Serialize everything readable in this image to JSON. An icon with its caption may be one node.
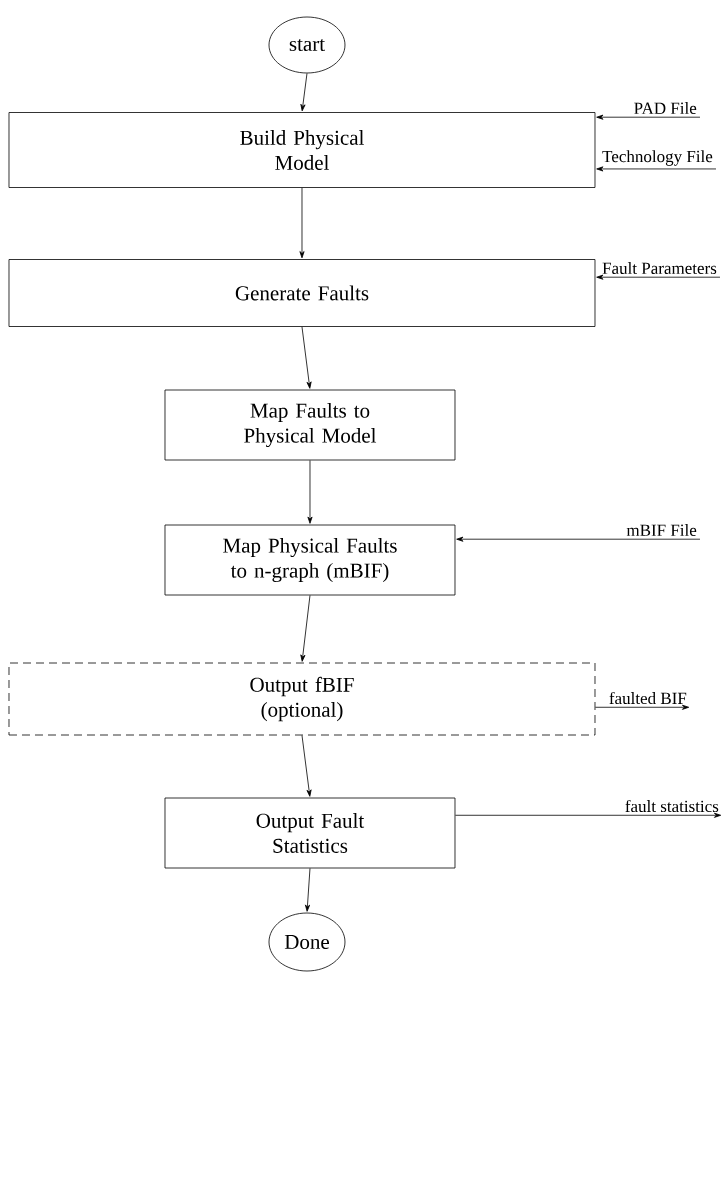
{
  "diagram": {
    "nodes": [
      {
        "text": [
          "start"
        ]
      },
      {
        "text": [
          "Build Physical Model"
        ]
      },
      {
        "text": [
          "Generate Faults"
        ]
      },
      {
        "text": [
          "Map Faults to Physical Model"
        ]
      },
      {
        "text": [
          "Map Physical Faults to n-graph (mBIF)"
        ]
      },
      {
        "text": [
          "Output fBIF (optional)"
        ]
      },
      {
        "text": [
          "Output Fault Statistics"
        ]
      },
      {
        "text": [
          "Done"
        ]
      },
      {
        "text": [
          "PAD File"
        ]
      },
      {
        "text": [
          "Technology File"
        ]
      },
      {
        "text": [
          "Fault Parameters"
        ]
      },
      {
        "text": [
          "mBIF File"
        ]
      },
      {
        "text": [
          "faulted BIF"
        ]
      },
      {
        "text": [
          "fault statistics"
        ]
      }
    ],
    "edges": [
      {
        "from": 0,
        "to": 1,
        "arrow": "to"
      },
      {
        "from": 1,
        "to": 2,
        "arrow": "to"
      },
      {
        "from": 2,
        "to": 3,
        "arrow": "to"
      },
      {
        "from": 3,
        "to": 4,
        "arrow": "to"
      },
      {
        "from": 4,
        "to": 5,
        "arrow": "to"
      },
      {
        "from": 5,
        "to": 6,
        "arrow": "to"
      },
      {
        "from": 6,
        "to": 7,
        "arrow": "to"
      },
      {
        "from": 8,
        "to": 1,
        "arrow": "to"
      },
      {
        "from": 9,
        "to": 1,
        "arrow": "to"
      },
      {
        "from": 10,
        "to": 2,
        "arrow": "to"
      },
      {
        "from": 11,
        "to": 4,
        "arrow": "to"
      },
      {
        "from": 5,
        "to": 12,
        "arrow": "to"
      },
      {
        "from": 6,
        "to": 13,
        "arrow": "to"
      }
    ]
  }
}
